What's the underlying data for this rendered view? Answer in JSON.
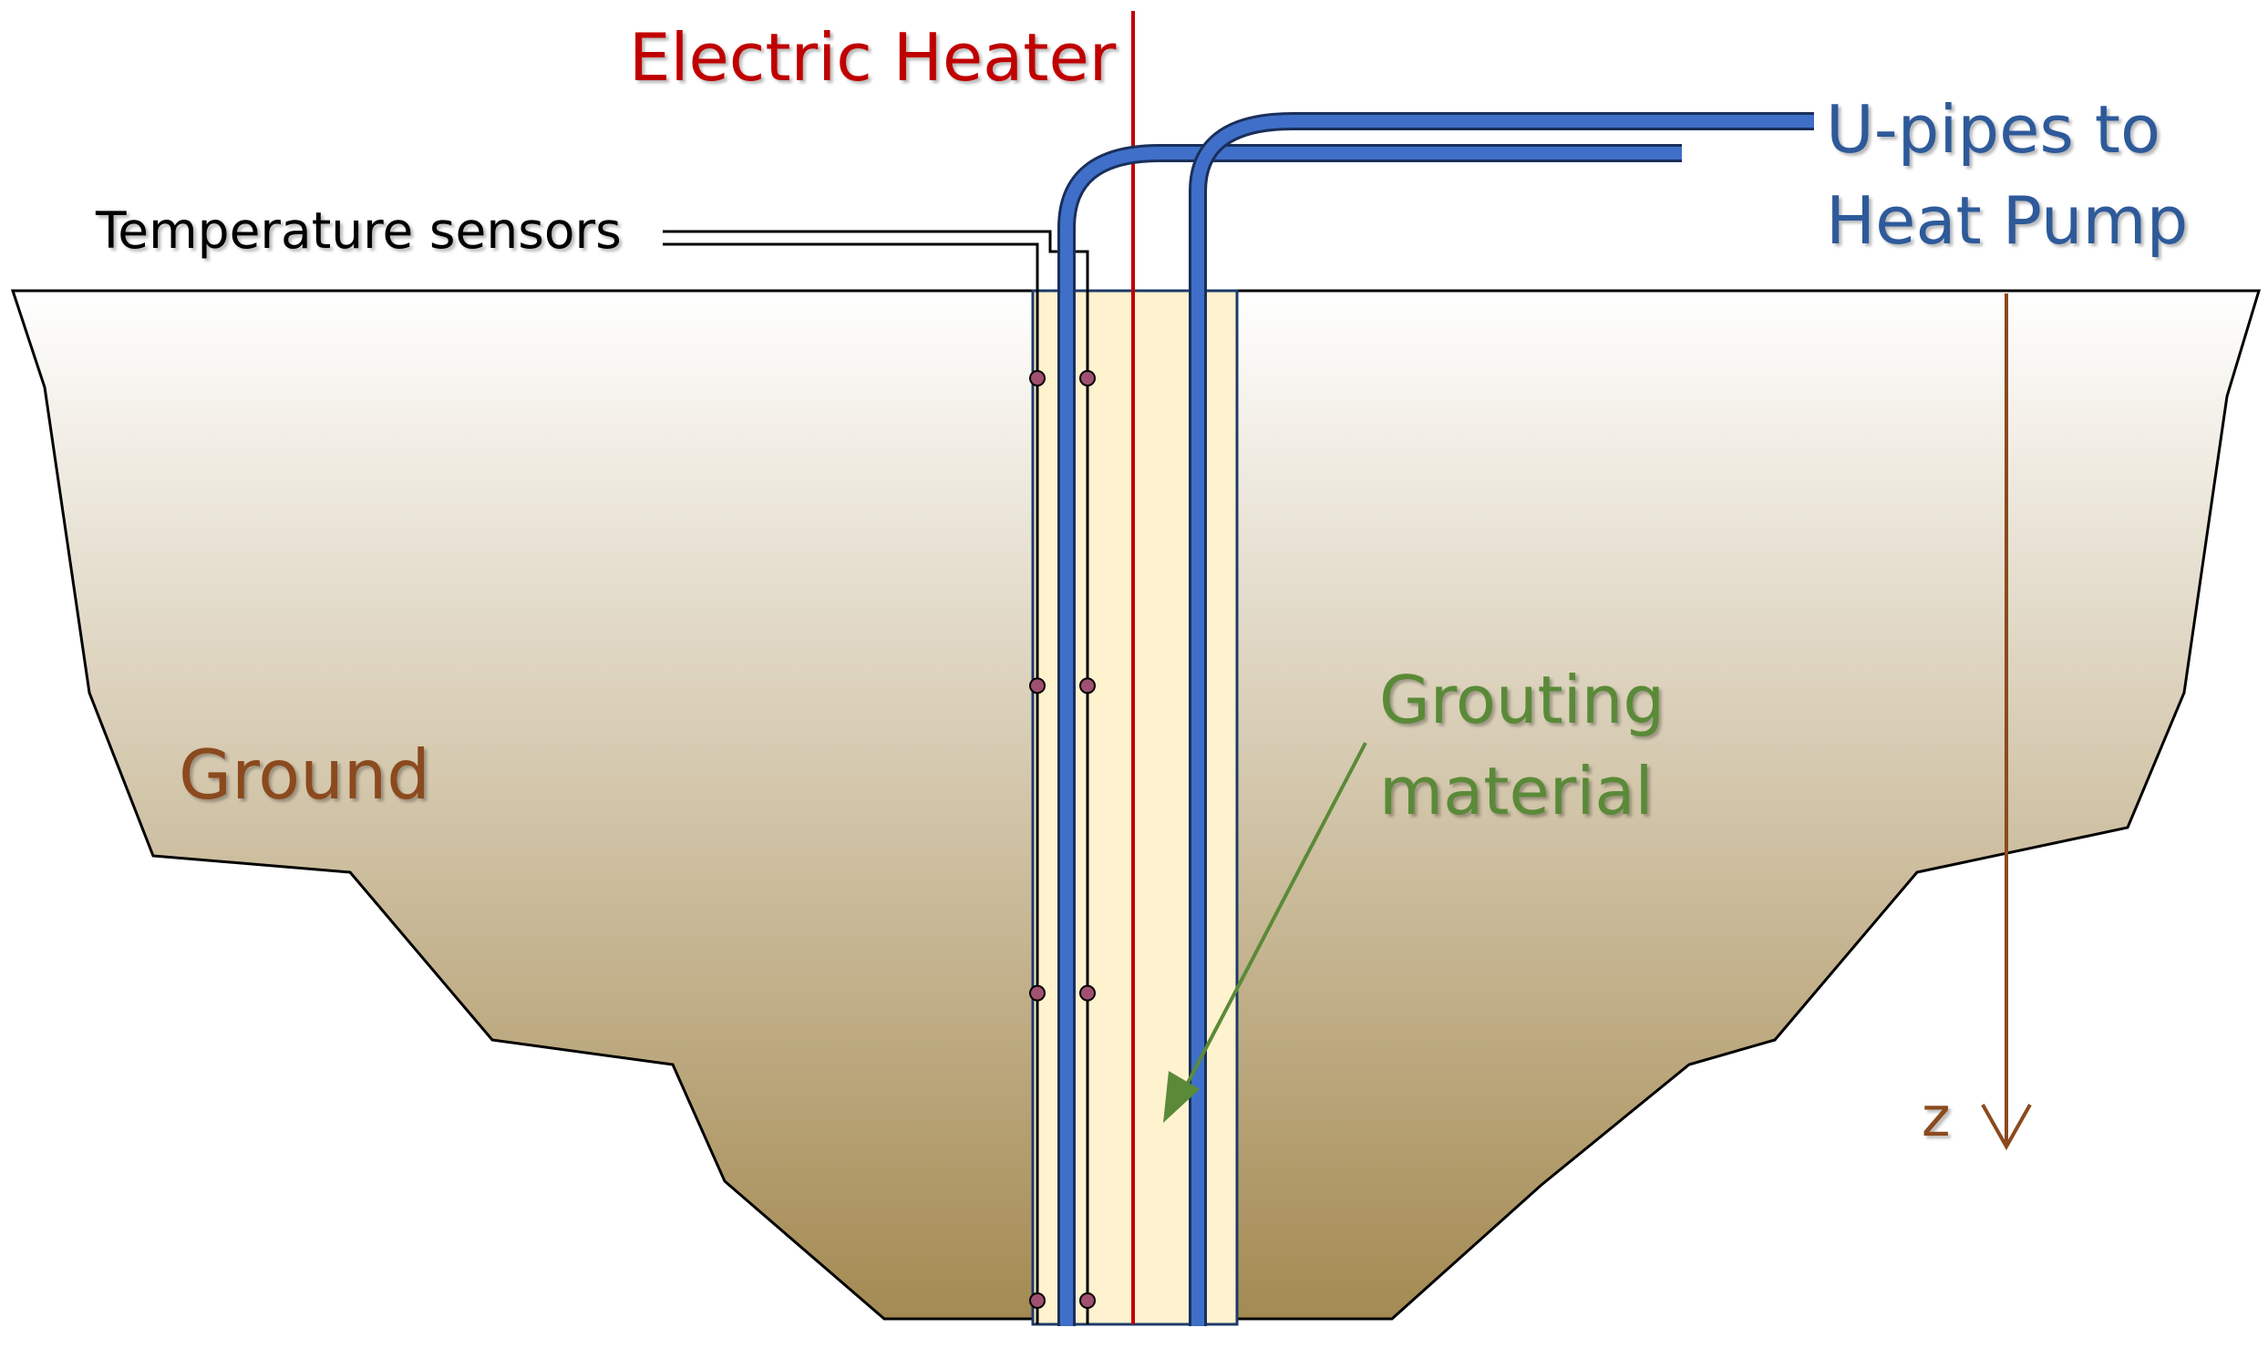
{
  "labels": {
    "electric_heater": "Electric Heater",
    "u_pipes_line1": "U-pipes to",
    "u_pipes_line2": "Heat Pump",
    "temperature_sensors": "Temperature sensors",
    "grouting_line1": "Grouting",
    "grouting_line2": "material",
    "ground": "Ground",
    "depth_axis": "z"
  },
  "colors": {
    "heater": "#c00000",
    "pipes": "#3f6fc8",
    "pipe_text": "#2e5a9a",
    "grout_fill": "#fff2cf",
    "grout_text": "#5a8a38",
    "ground_top": "#ffffff",
    "ground_bottom": "#a48a52",
    "ground_text": "#8b4a1e",
    "depth_axis": "#8b4a1e",
    "sensor": "#a05070"
  },
  "sensor_count_per_column": 4
}
